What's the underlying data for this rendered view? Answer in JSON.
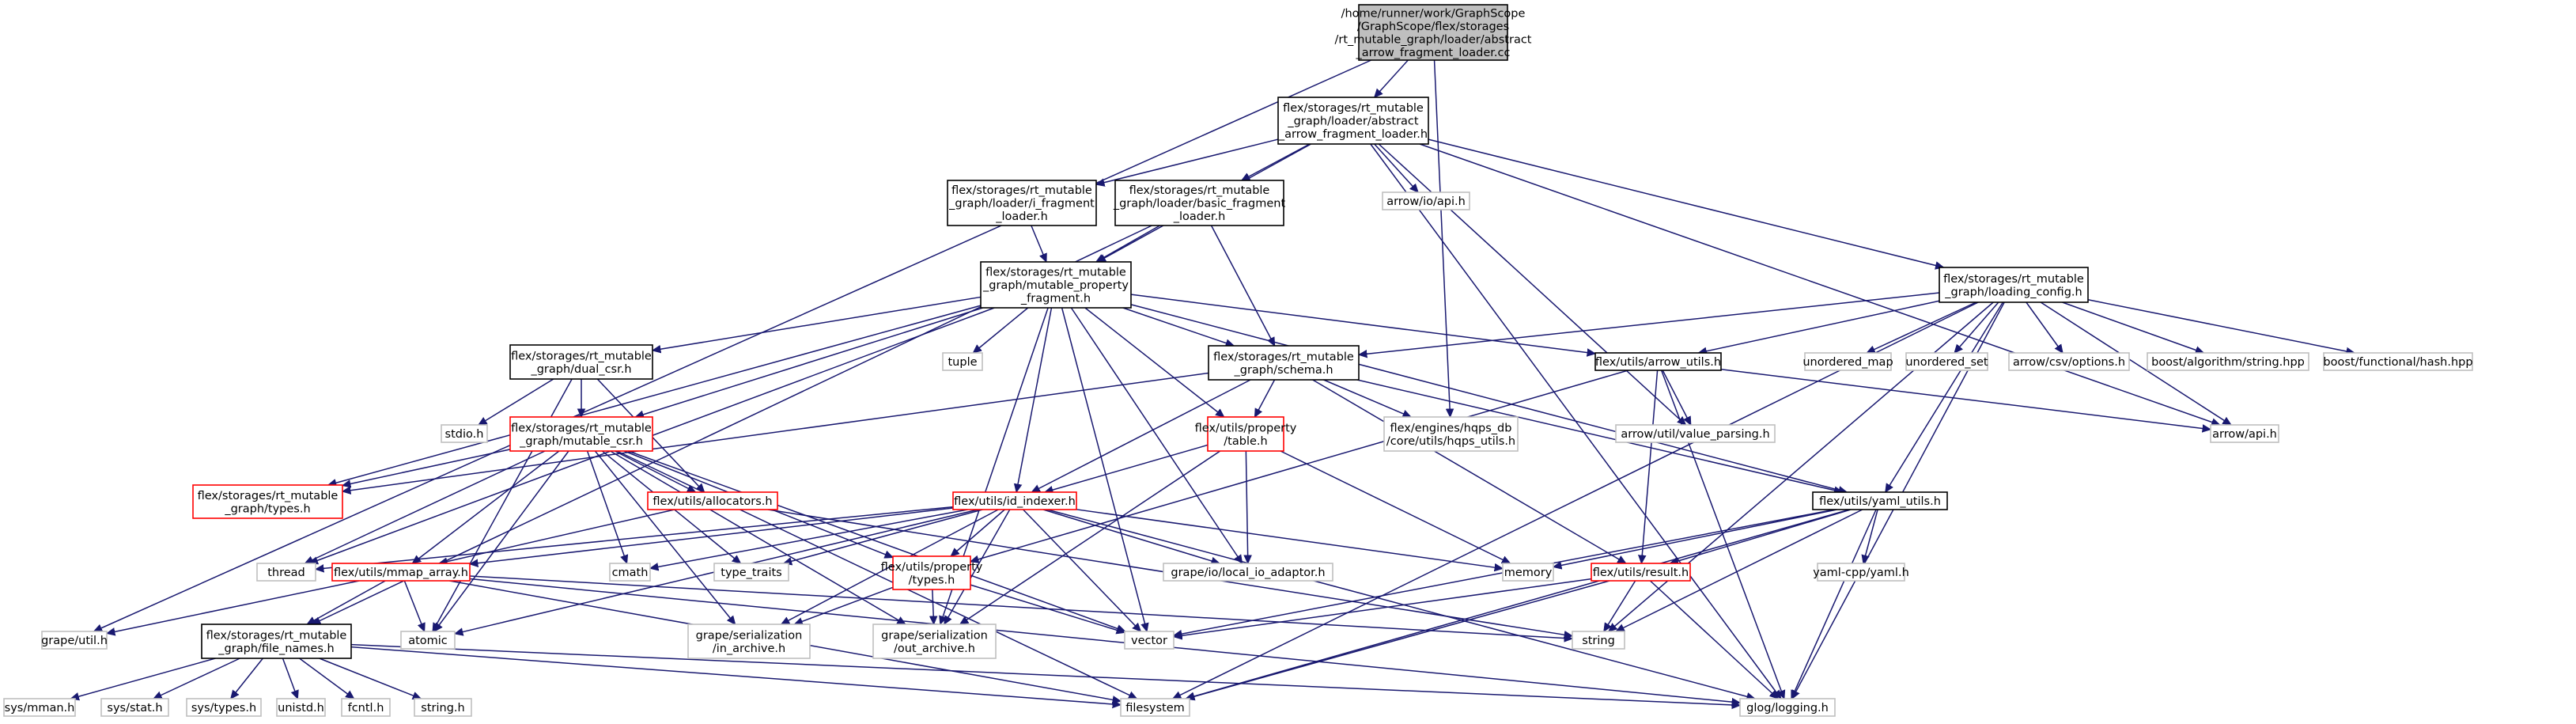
{
  "colors": {
    "edge": "#191970",
    "root_fill": "#bfbfbf",
    "root_stroke": "#000000",
    "documented_stroke": "#000000",
    "incomplete_stroke": "#ff0000",
    "external_stroke": "#bfbfbf",
    "node_fill": "#ffffff"
  },
  "nodes": [
    {
      "id": "root",
      "kind": "root",
      "lines": [
        "/home/runner/work/GraphScope",
        "/GraphScope/flex/storages",
        "/rt_mutable_graph/loader/abstract",
        "_arrow_fragment_loader.cc"
      ]
    },
    {
      "id": "abstract_h",
      "kind": "documented",
      "lines": [
        "flex/storages/rt_mutable",
        "_graph/loader/abstract",
        "_arrow_fragment_loader.h"
      ]
    },
    {
      "id": "i_frag",
      "kind": "documented",
      "lines": [
        "flex/storages/rt_mutable",
        "_graph/loader/i_fragment",
        "_loader.h"
      ]
    },
    {
      "id": "basic_frag",
      "kind": "documented",
      "lines": [
        "flex/storages/rt_mutable",
        "_graph/loader/basic_fragment",
        "_loader.h"
      ]
    },
    {
      "id": "arrow_io",
      "kind": "external",
      "lines": [
        "arrow/io/api.h"
      ]
    },
    {
      "id": "loading_cfg",
      "kind": "documented",
      "lines": [
        "flex/storages/rt_mutable",
        "_graph/loading_config.h"
      ]
    },
    {
      "id": "mpf",
      "kind": "documented",
      "lines": [
        "flex/storages/rt_mutable",
        "_graph/mutable_property",
        "_fragment.h"
      ]
    },
    {
      "id": "dual_csr",
      "kind": "documented",
      "lines": [
        "flex/storages/rt_mutable",
        "_graph/dual_csr.h"
      ]
    },
    {
      "id": "tuple",
      "kind": "external",
      "lines": [
        "tuple"
      ]
    },
    {
      "id": "schema",
      "kind": "documented",
      "lines": [
        "flex/storages/rt_mutable",
        "_graph/schema.h"
      ]
    },
    {
      "id": "arrow_utils",
      "kind": "documented",
      "lines": [
        "flex/utils/arrow_utils.h"
      ]
    },
    {
      "id": "unordered_map",
      "kind": "external",
      "lines": [
        "unordered_map"
      ]
    },
    {
      "id": "unordered_set",
      "kind": "external",
      "lines": [
        "unordered_set"
      ]
    },
    {
      "id": "arrow_csv",
      "kind": "external",
      "lines": [
        "arrow/csv/options.h"
      ]
    },
    {
      "id": "boost_str",
      "kind": "external",
      "lines": [
        "boost/algorithm/string.hpp"
      ]
    },
    {
      "id": "boost_hash",
      "kind": "external",
      "lines": [
        "boost/functional/hash.hpp"
      ]
    },
    {
      "id": "stdio",
      "kind": "external",
      "lines": [
        "stdio.h"
      ]
    },
    {
      "id": "mutable_csr",
      "kind": "incomplete",
      "lines": [
        "flex/storages/rt_mutable",
        "_graph/mutable_csr.h"
      ]
    },
    {
      "id": "prop_table",
      "kind": "incomplete",
      "lines": [
        "flex/utils/property",
        "/table.h"
      ]
    },
    {
      "id": "hqps",
      "kind": "external",
      "lines": [
        "flex/engines/hqps_db",
        "/core/utils/hqps_utils.h"
      ]
    },
    {
      "id": "value_parsing",
      "kind": "external",
      "lines": [
        "arrow/util/value_parsing.h"
      ]
    },
    {
      "id": "arrow_api",
      "kind": "external",
      "lines": [
        "arrow/api.h"
      ]
    },
    {
      "id": "rt_types",
      "kind": "incomplete",
      "lines": [
        "flex/storages/rt_mutable",
        "_graph/types.h"
      ]
    },
    {
      "id": "allocators",
      "kind": "incomplete",
      "lines": [
        "flex/utils/allocators.h"
      ]
    },
    {
      "id": "id_indexer",
      "kind": "incomplete",
      "lines": [
        "flex/utils/id_indexer.h"
      ]
    },
    {
      "id": "yaml_utils",
      "kind": "documented",
      "lines": [
        "flex/utils/yaml_utils.h"
      ]
    },
    {
      "id": "thread",
      "kind": "external",
      "lines": [
        "thread"
      ]
    },
    {
      "id": "mmap_array",
      "kind": "incomplete",
      "lines": [
        "flex/utils/mmap_array.h"
      ]
    },
    {
      "id": "cmath",
      "kind": "external",
      "lines": [
        "cmath"
      ]
    },
    {
      "id": "type_traits",
      "kind": "external",
      "lines": [
        "type_traits"
      ]
    },
    {
      "id": "prop_types",
      "kind": "incomplete",
      "lines": [
        "flex/utils/property",
        "/types.h"
      ]
    },
    {
      "id": "local_io",
      "kind": "external",
      "lines": [
        "grape/io/local_io_adaptor.h"
      ]
    },
    {
      "id": "memory",
      "kind": "external",
      "lines": [
        "memory"
      ]
    },
    {
      "id": "result",
      "kind": "incomplete",
      "lines": [
        "flex/utils/result.h"
      ]
    },
    {
      "id": "yaml_cpp",
      "kind": "external",
      "lines": [
        "yaml-cpp/yaml.h"
      ]
    },
    {
      "id": "grape_util",
      "kind": "external",
      "lines": [
        "grape/util.h"
      ]
    },
    {
      "id": "file_names",
      "kind": "documented",
      "lines": [
        "flex/storages/rt_mutable",
        "_graph/file_names.h"
      ]
    },
    {
      "id": "atomic",
      "kind": "external",
      "lines": [
        "atomic"
      ]
    },
    {
      "id": "in_archive",
      "kind": "external",
      "lines": [
        "grape/serialization",
        "/in_archive.h"
      ]
    },
    {
      "id": "out_archive",
      "kind": "external",
      "lines": [
        "grape/serialization",
        "/out_archive.h"
      ]
    },
    {
      "id": "vector",
      "kind": "external",
      "lines": [
        "vector"
      ]
    },
    {
      "id": "string",
      "kind": "external",
      "lines": [
        "string"
      ]
    },
    {
      "id": "sys_mman",
      "kind": "external",
      "lines": [
        "sys/mman.h"
      ]
    },
    {
      "id": "sys_stat",
      "kind": "external",
      "lines": [
        "sys/stat.h"
      ]
    },
    {
      "id": "sys_types",
      "kind": "external",
      "lines": [
        "sys/types.h"
      ]
    },
    {
      "id": "unistd",
      "kind": "external",
      "lines": [
        "unistd.h"
      ]
    },
    {
      "id": "fcntl",
      "kind": "external",
      "lines": [
        "fcntl.h"
      ]
    },
    {
      "id": "string_h",
      "kind": "external",
      "lines": [
        "string.h"
      ]
    },
    {
      "id": "filesystem",
      "kind": "external",
      "lines": [
        "filesystem"
      ]
    },
    {
      "id": "glog",
      "kind": "external",
      "lines": [
        "glog/logging.h"
      ]
    }
  ],
  "edges": [
    [
      "root",
      "abstract_h"
    ],
    [
      "root",
      "grape_util"
    ],
    [
      "root",
      "hqps"
    ],
    [
      "abstract_h",
      "i_frag"
    ],
    [
      "abstract_h",
      "basic_frag"
    ],
    [
      "abstract_h",
      "arrow_io"
    ],
    [
      "abstract_h",
      "loading_cfg"
    ],
    [
      "abstract_h",
      "mpf"
    ],
    [
      "abstract_h",
      "value_parsing"
    ],
    [
      "abstract_h",
      "arrow_api"
    ],
    [
      "abstract_h",
      "glog"
    ],
    [
      "i_frag",
      "mpf"
    ],
    [
      "basic_frag",
      "mpf"
    ],
    [
      "basic_frag",
      "schema"
    ],
    [
      "basic_frag",
      "file_names"
    ],
    [
      "loading_cfg",
      "schema"
    ],
    [
      "loading_cfg",
      "arrow_utils"
    ],
    [
      "loading_cfg",
      "unordered_map"
    ],
    [
      "loading_cfg",
      "unordered_set"
    ],
    [
      "loading_cfg",
      "arrow_csv"
    ],
    [
      "loading_cfg",
      "boost_str"
    ],
    [
      "loading_cfg",
      "boost_hash"
    ],
    [
      "loading_cfg",
      "arrow_api"
    ],
    [
      "loading_cfg",
      "yaml_utils"
    ],
    [
      "loading_cfg",
      "string"
    ],
    [
      "loading_cfg",
      "glog"
    ],
    [
      "loading_cfg",
      "filesystem"
    ],
    [
      "mpf",
      "dual_csr"
    ],
    [
      "mpf",
      "tuple"
    ],
    [
      "mpf",
      "schema"
    ],
    [
      "mpf",
      "arrow_utils"
    ],
    [
      "mpf",
      "mutable_csr"
    ],
    [
      "mpf",
      "prop_table"
    ],
    [
      "mpf",
      "rt_types"
    ],
    [
      "mpf",
      "id_indexer"
    ],
    [
      "mpf",
      "yaml_utils"
    ],
    [
      "mpf",
      "thread"
    ],
    [
      "mpf",
      "local_io"
    ],
    [
      "mpf",
      "out_archive"
    ],
    [
      "mpf",
      "vector"
    ],
    [
      "dual_csr",
      "stdio"
    ],
    [
      "dual_csr",
      "mutable_csr"
    ],
    [
      "dual_csr",
      "allocators"
    ],
    [
      "dual_csr",
      "atomic"
    ],
    [
      "schema",
      "prop_table"
    ],
    [
      "schema",
      "hqps"
    ],
    [
      "schema",
      "rt_types"
    ],
    [
      "schema",
      "id_indexer"
    ],
    [
      "schema",
      "yaml_utils"
    ],
    [
      "schema",
      "result"
    ],
    [
      "arrow_utils",
      "value_parsing"
    ],
    [
      "arrow_utils",
      "arrow_api"
    ],
    [
      "arrow_utils",
      "prop_types"
    ],
    [
      "arrow_utils",
      "result"
    ],
    [
      "arrow_utils",
      "glog"
    ],
    [
      "mutable_csr",
      "rt_types"
    ],
    [
      "mutable_csr",
      "allocators"
    ],
    [
      "mutable_csr",
      "thread"
    ],
    [
      "mutable_csr",
      "mmap_array"
    ],
    [
      "mutable_csr",
      "cmath"
    ],
    [
      "mutable_csr",
      "type_traits"
    ],
    [
      "mutable_csr",
      "prop_types"
    ],
    [
      "mutable_csr",
      "atomic"
    ],
    [
      "mutable_csr",
      "in_archive"
    ],
    [
      "mutable_csr",
      "out_archive"
    ],
    [
      "mutable_csr",
      "vector"
    ],
    [
      "mutable_csr",
      "filesystem"
    ],
    [
      "prop_table",
      "id_indexer"
    ],
    [
      "prop_table",
      "memory"
    ],
    [
      "prop_table",
      "local_io"
    ],
    [
      "prop_table",
      "out_archive"
    ],
    [
      "allocators",
      "mmap_array"
    ],
    [
      "allocators",
      "string"
    ],
    [
      "id_indexer",
      "thread"
    ],
    [
      "id_indexer",
      "mmap_array"
    ],
    [
      "id_indexer",
      "cmath"
    ],
    [
      "id_indexer",
      "type_traits"
    ],
    [
      "id_indexer",
      "prop_types"
    ],
    [
      "id_indexer",
      "local_io"
    ],
    [
      "id_indexer",
      "memory"
    ],
    [
      "id_indexer",
      "atomic"
    ],
    [
      "id_indexer",
      "in_archive"
    ],
    [
      "id_indexer",
      "out_archive"
    ],
    [
      "id_indexer",
      "vector"
    ],
    [
      "id_indexer",
      "glog"
    ],
    [
      "yaml_utils",
      "memory"
    ],
    [
      "yaml_utils",
      "result"
    ],
    [
      "yaml_utils",
      "yaml_cpp"
    ],
    [
      "yaml_utils",
      "string"
    ],
    [
      "yaml_utils",
      "vector"
    ],
    [
      "yaml_utils",
      "glog"
    ],
    [
      "yaml_utils",
      "filesystem"
    ],
    [
      "mmap_array",
      "grape_util"
    ],
    [
      "mmap_array",
      "file_names"
    ],
    [
      "mmap_array",
      "atomic"
    ],
    [
      "mmap_array",
      "string"
    ],
    [
      "mmap_array",
      "filesystem"
    ],
    [
      "mmap_array",
      "glog"
    ],
    [
      "prop_types",
      "in_archive"
    ],
    [
      "prop_types",
      "out_archive"
    ],
    [
      "prop_types",
      "vector"
    ],
    [
      "result",
      "string"
    ],
    [
      "result",
      "vector"
    ],
    [
      "result",
      "glog"
    ],
    [
      "result",
      "filesystem"
    ],
    [
      "file_names",
      "sys_mman"
    ],
    [
      "file_names",
      "sys_stat"
    ],
    [
      "file_names",
      "sys_types"
    ],
    [
      "file_names",
      "unistd"
    ],
    [
      "file_names",
      "fcntl"
    ],
    [
      "file_names",
      "string_h"
    ],
    [
      "file_names",
      "filesystem"
    ],
    [
      "file_names",
      "glog"
    ]
  ]
}
